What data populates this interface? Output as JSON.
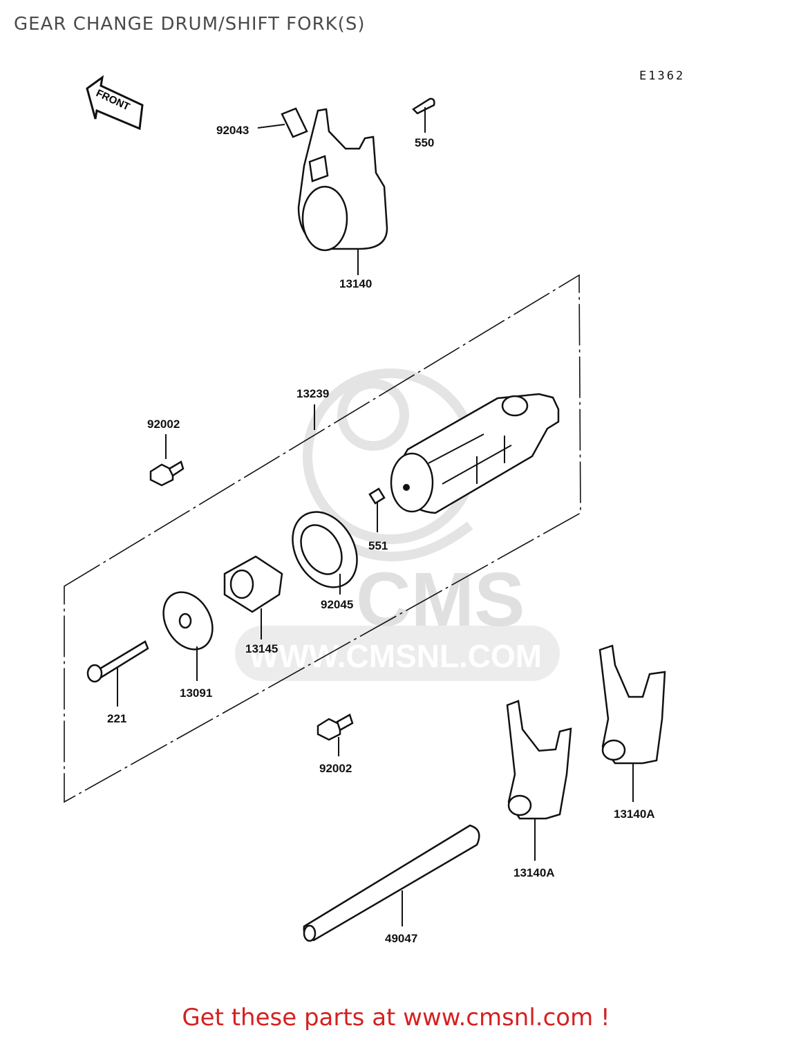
{
  "header": {
    "title": "GEAR CHANGE DRUM/SHIFT FORK(S)",
    "diagram_code": "E1362"
  },
  "front_arrow_label": "FRONT",
  "watermark": {
    "brand": "CMS",
    "url": "WWW.CMSNL.COM"
  },
  "parts": {
    "p92043": "92043",
    "p550": "550",
    "p13140": "13140",
    "p13239": "13239",
    "p92002_top": "92002",
    "p551": "551",
    "p92045": "92045",
    "p13145": "13145",
    "p13091": "13091",
    "p221": "221",
    "p92002_bottom": "92002",
    "p13140A_right": "13140A",
    "p13140A_left": "13140A",
    "p49047": "49047"
  },
  "footer": {
    "cta": "Get these parts at www.cmsnl.com !"
  }
}
